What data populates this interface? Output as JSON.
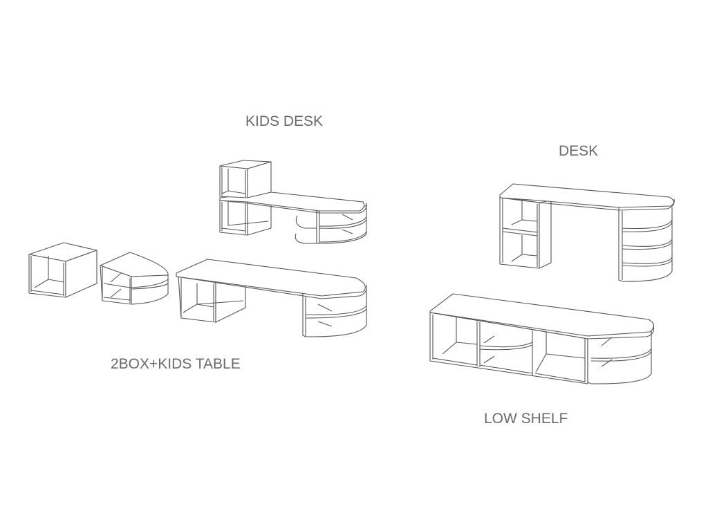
{
  "labels": {
    "kids_desk": "KIDS DESK",
    "desk": "DESK",
    "two_box_kids_table": "2BOX+KIDS TABLE",
    "low_shelf": "LOW SHELF"
  },
  "colors": {
    "line": "#555555",
    "label": "#6a6a6a",
    "background": "#ffffff"
  }
}
